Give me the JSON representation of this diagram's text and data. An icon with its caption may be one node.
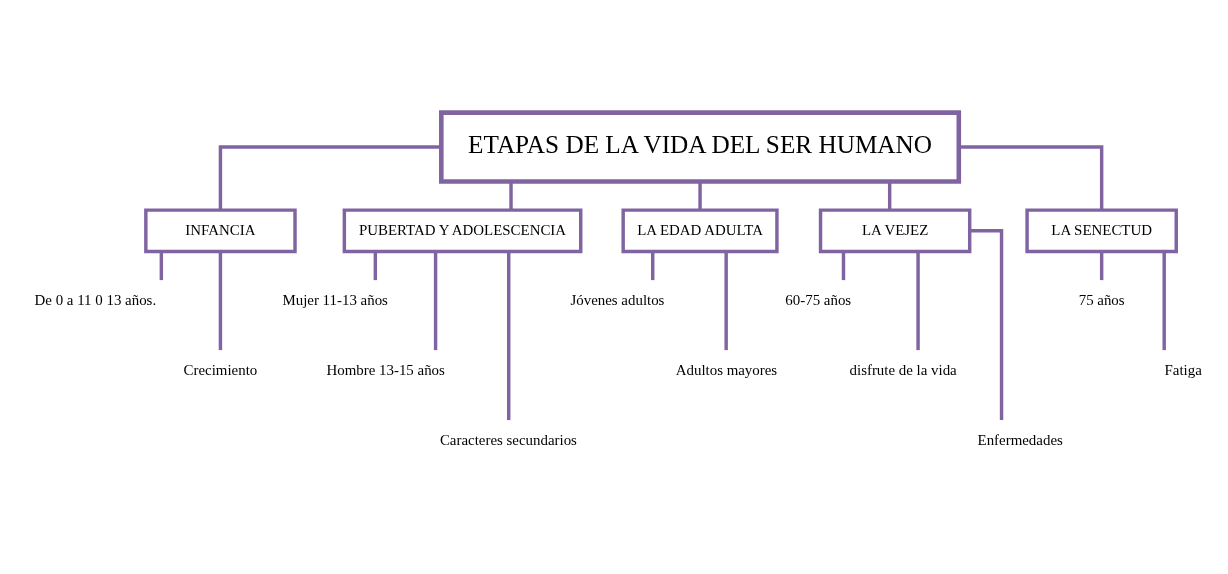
{
  "diagram": {
    "nodes": [
      {
        "text": [
          "ETAPAS DE LA VIDA DEL SER HUMANO"
        ]
      },
      {
        "text": [
          "INFANCIA"
        ]
      },
      {
        "text": [
          "PUBERTAD Y ADOLESCENCIA"
        ]
      },
      {
        "text": [
          "LA EDAD ADULTA"
        ]
      },
      {
        "text": [
          "LA VEJEZ"
        ]
      },
      {
        "text": [
          "LA SENECTUD"
        ]
      },
      {
        "text": [
          "De 0 a 11 0 13 años."
        ]
      },
      {
        "text": [
          "Crecimiento"
        ]
      },
      {
        "text": [
          "Mujer 11-13 años"
        ]
      },
      {
        "text": [
          "Hombre 13-15 años"
        ]
      },
      {
        "text": [
          "Caracteres secundarios"
        ]
      },
      {
        "text": [
          "Jóvenes adultos"
        ]
      },
      {
        "text": [
          "Adultos mayores"
        ]
      },
      {
        "text": [
          "60-75 años"
        ]
      },
      {
        "text": [
          "disfrute de la vida"
        ]
      },
      {
        "text": [
          "Enfermedades"
        ]
      },
      {
        "text": [
          "75 años"
        ]
      },
      {
        "text": [
          "Fatiga"
        ]
      }
    ],
    "edges": [
      {
        "from": 0,
        "to": 1,
        "arrow": "none"
      },
      {
        "from": 0,
        "to": 2,
        "arrow": "none"
      },
      {
        "from": 0,
        "to": 3,
        "arrow": "none"
      },
      {
        "from": 0,
        "to": 4,
        "arrow": "none"
      },
      {
        "from": 0,
        "to": 5,
        "arrow": "none"
      },
      {
        "from": 1,
        "to": 6,
        "arrow": "none"
      },
      {
        "from": 1,
        "to": 7,
        "arrow": "none"
      },
      {
        "from": 2,
        "to": 8,
        "arrow": "none"
      },
      {
        "from": 2,
        "to": 9,
        "arrow": "none"
      },
      {
        "from": 2,
        "to": 10,
        "arrow": "none"
      },
      {
        "from": 3,
        "to": 11,
        "arrow": "none"
      },
      {
        "from": 3,
        "to": 12,
        "arrow": "none"
      },
      {
        "from": 4,
        "to": 13,
        "arrow": "none"
      },
      {
        "from": 4,
        "to": 14,
        "arrow": "none"
      },
      {
        "from": 4,
        "to": 15,
        "arrow": "none"
      },
      {
        "from": 5,
        "to": 16,
        "arrow": "none"
      },
      {
        "from": 5,
        "to": 17,
        "arrow": "none"
      }
    ]
  }
}
